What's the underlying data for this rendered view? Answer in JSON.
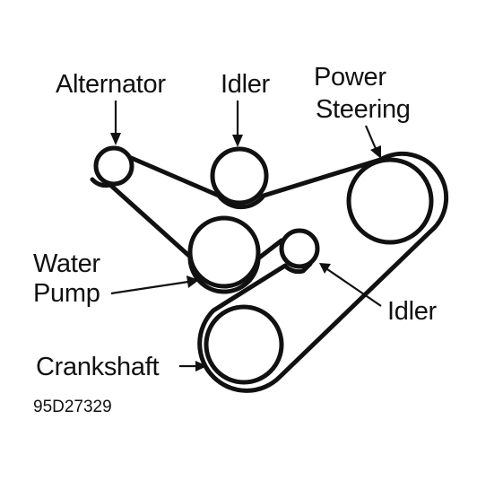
{
  "labels": {
    "alternator": "Alternator",
    "idler_top": "Idler",
    "power_steering_line1": "Power",
    "power_steering_line2": "Steering",
    "water_pump_line1": "Water",
    "water_pump_line2": "Pump",
    "idler_right": "Idler",
    "crankshaft": "Crankshaft"
  },
  "figure_code": "95D27329",
  "colors": {
    "ink": "#111111",
    "background": "#ffffff"
  }
}
